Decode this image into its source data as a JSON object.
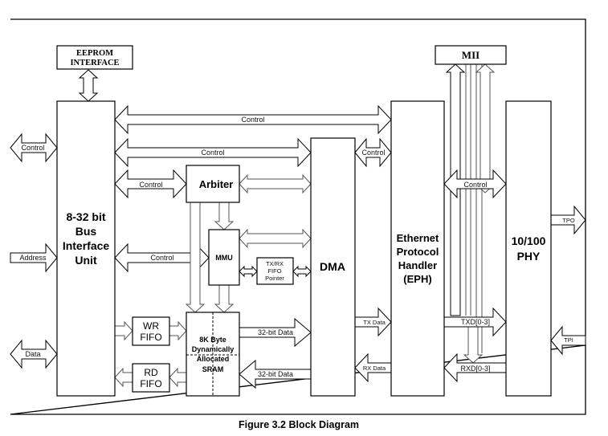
{
  "caption": "Figure 3.2 Block Diagram",
  "blocks": {
    "eeprom": [
      "EEPROM",
      "INTERFACE"
    ],
    "biu": [
      "8-32 bit",
      "Bus",
      "Interface",
      "Unit"
    ],
    "arbiter": "Arbiter",
    "mmu": "MMU",
    "fifo_pointer": [
      "TX/RX",
      "FIFO",
      "Pointer"
    ],
    "wr_fifo": [
      "WR",
      "FIFO"
    ],
    "rd_fifo": [
      "RD",
      "FIFO"
    ],
    "sram": [
      "8K Byte",
      "Dynamically",
      "Allocated",
      "SRAM"
    ],
    "dma": "DMA",
    "eph": [
      "Ethernet",
      "Protocol",
      "Handler",
      "(EPH)"
    ],
    "mii": "MII",
    "phy": [
      "10/100",
      "PHY"
    ]
  },
  "signals": {
    "ext_control": "Control",
    "ext_address": "Address",
    "ext_data": "Data",
    "biu_eph_control": "Control",
    "biu_dma_control": "Control",
    "biu_arbiter_control": "Control",
    "biu_mmu_control": "Control",
    "dma_eph_control": "Control",
    "eph_phy_control": "Control",
    "sram_dma_data": "32-bit Data",
    "dma_sram_data": "32-bit Data",
    "tx_data": "TX Data",
    "rx_data": "RX Data",
    "txd": "TXD[0-3]",
    "rxd": "RXD[0-3]",
    "tpo": "TPO",
    "tpi": "TPI"
  }
}
